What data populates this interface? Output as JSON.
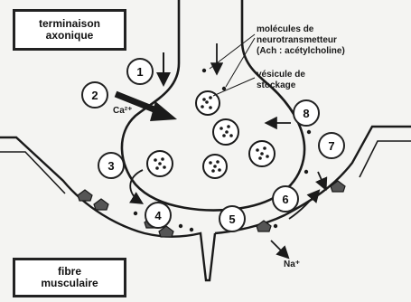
{
  "labels": {
    "terminal_line1": "terminaison",
    "terminal_line2": "axonique",
    "fiber_line1": "fibre",
    "fiber_line2": "musculaire",
    "molecules_line1": "molécules de",
    "molecules_line2": "neurotransmetteur",
    "molecules_line3": "(Ach : acétylcholine)",
    "vesicle_line1": "vésicule de",
    "vesicle_line2": "stockage",
    "calcium": "Ca²⁺",
    "sodium": "Na⁺"
  },
  "steps": [
    "1",
    "2",
    "3",
    "4",
    "5",
    "6",
    "7",
    "8"
  ],
  "colors": {
    "ink": "#1a1a1a",
    "paper": "#f4f4f2",
    "box": "#ffffff"
  }
}
